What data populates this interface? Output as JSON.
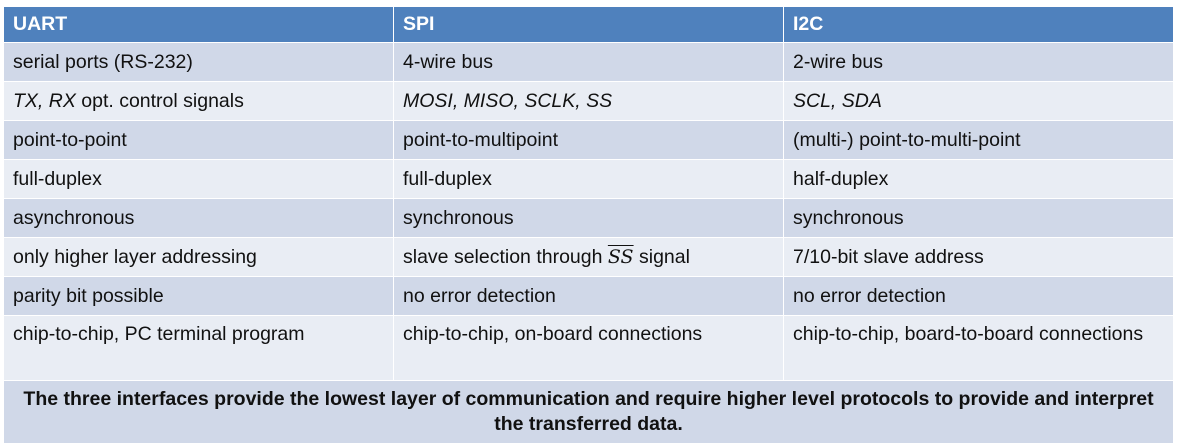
{
  "table": {
    "headers": [
      "UART",
      "SPI",
      "I2C"
    ],
    "rows": [
      [
        "serial ports (RS-232)",
        "4-wire bus",
        "2-wire bus"
      ],
      [
        {
          "italic": "TX, RX",
          "rest": " opt. control signals"
        },
        "MOSI, MISO, SCLK, SS",
        "SCL, SDA"
      ],
      [
        "point-to-point",
        "point-to-multipoint",
        "(multi-) point-to-multi-point"
      ],
      [
        "full-duplex",
        "full-duplex",
        "half-duplex"
      ],
      [
        "asynchronous",
        "synchronous",
        "synchronous"
      ],
      [
        "only higher layer addressing",
        {
          "before": "slave selection through ",
          "overline": "SS",
          "after": " signal"
        },
        "7/10-bit slave address"
      ],
      [
        "parity bit possible",
        "no error detection",
        "no error detection"
      ],
      [
        "chip-to-chip, PC terminal program",
        "chip-to-chip, on-board connections",
        "chip-to-chip, board-to-board connections"
      ]
    ],
    "note": "The three interfaces provide the lowest layer of communication and require higher level protocols to provide and interpret the transferred data."
  },
  "colors": {
    "header_bg": "#4f81bd",
    "row_odd_bg": "#d0d8e8",
    "row_even_bg": "#e9edf4"
  }
}
